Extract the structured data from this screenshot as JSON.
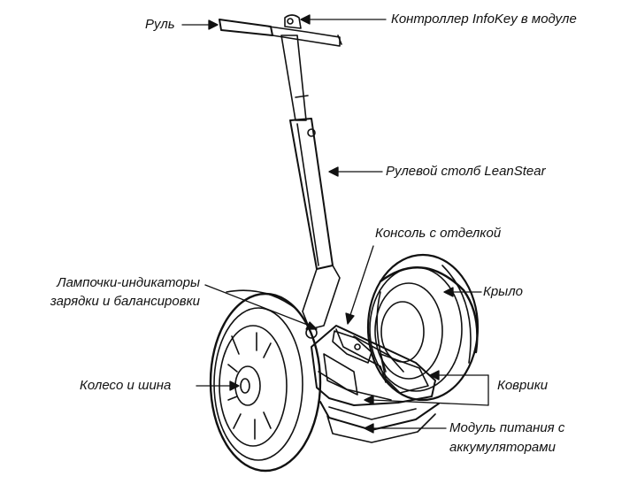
{
  "labels": {
    "handlebar": "Руль",
    "infokey_controller": "Контроллер InfoKey в модуле",
    "leansteer_column": "Рулевой столб LeanStear",
    "console": "Консоль с отделкой",
    "indicator_lights_line1": "Лампочки-индикаторы",
    "indicator_lights_line2": "зарядки и балансировки",
    "fender": "Крыло",
    "wheel_and_tire": "Колесо и шина",
    "mats": "Коврики",
    "power_module_line1": "Модуль питания с",
    "power_module_line2": "аккумуляторами"
  },
  "colors": {
    "line": "#111111",
    "background": "#ffffff"
  }
}
